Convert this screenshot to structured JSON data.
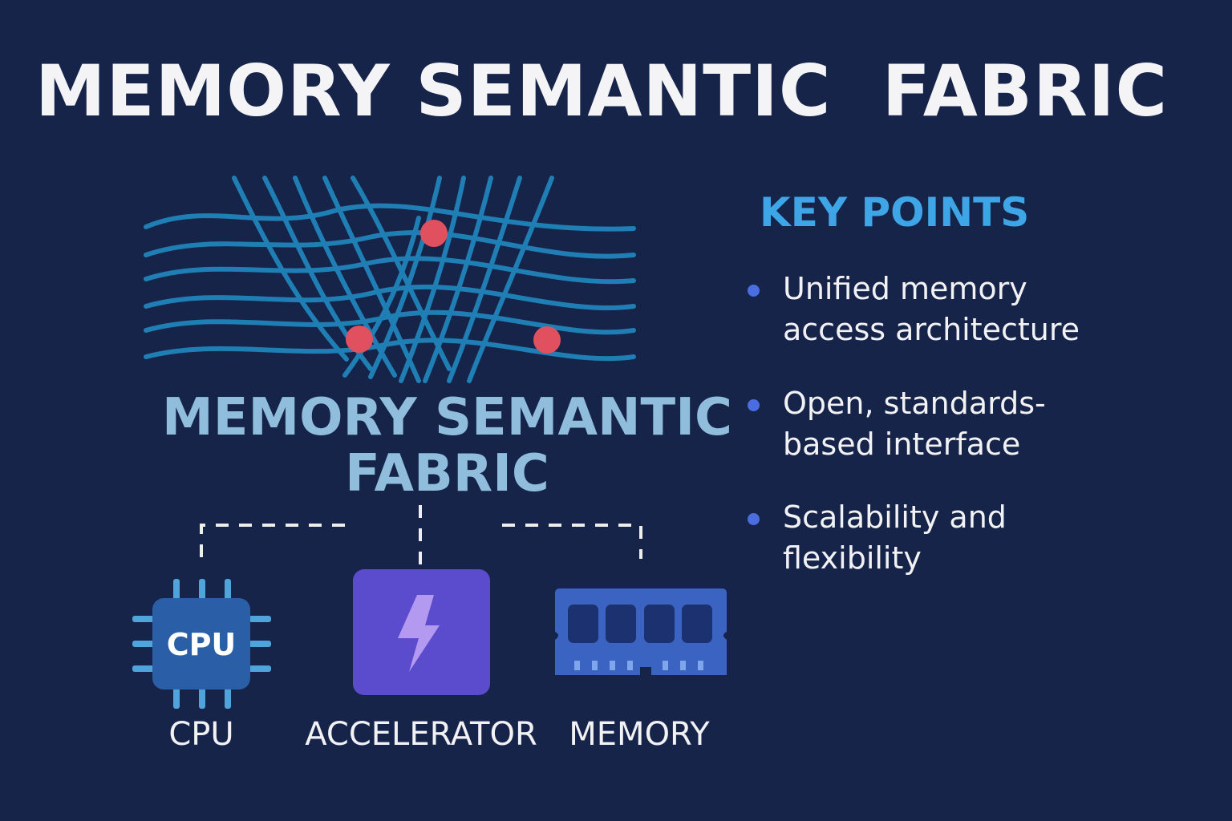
{
  "title": "MEMORY SEMANTIC  FABRIC",
  "fabric_label": {
    "line1": "MEMORY SEMANTIC",
    "line2": "FABRIC"
  },
  "components": [
    {
      "name": "CPU",
      "chip_text": "CPU",
      "icon": "cpu-chip-icon"
    },
    {
      "name": "ACCELERATOR",
      "icon": "lightning-bolt-icon"
    },
    {
      "name": "MEMORY",
      "icon": "memory-module-icon"
    }
  ],
  "key_points": {
    "heading": "KEY POINTS",
    "items": [
      {
        "line1": "Unified memory",
        "line2": "access architecture"
      },
      {
        "line1": "Open, standards-",
        "line2": "based interface"
      },
      {
        "line1": "Scalability and",
        "line2": "flexibility"
      }
    ]
  },
  "colors": {
    "background": "#16244a",
    "fabric_lines": "#1f7fb4",
    "nodes": "#e0505e",
    "accelerator": "#5a4ccc",
    "memory_module": "#3b63c2",
    "cpu_chip": "#2a5ea6",
    "key_title": "#3ea6e6"
  }
}
